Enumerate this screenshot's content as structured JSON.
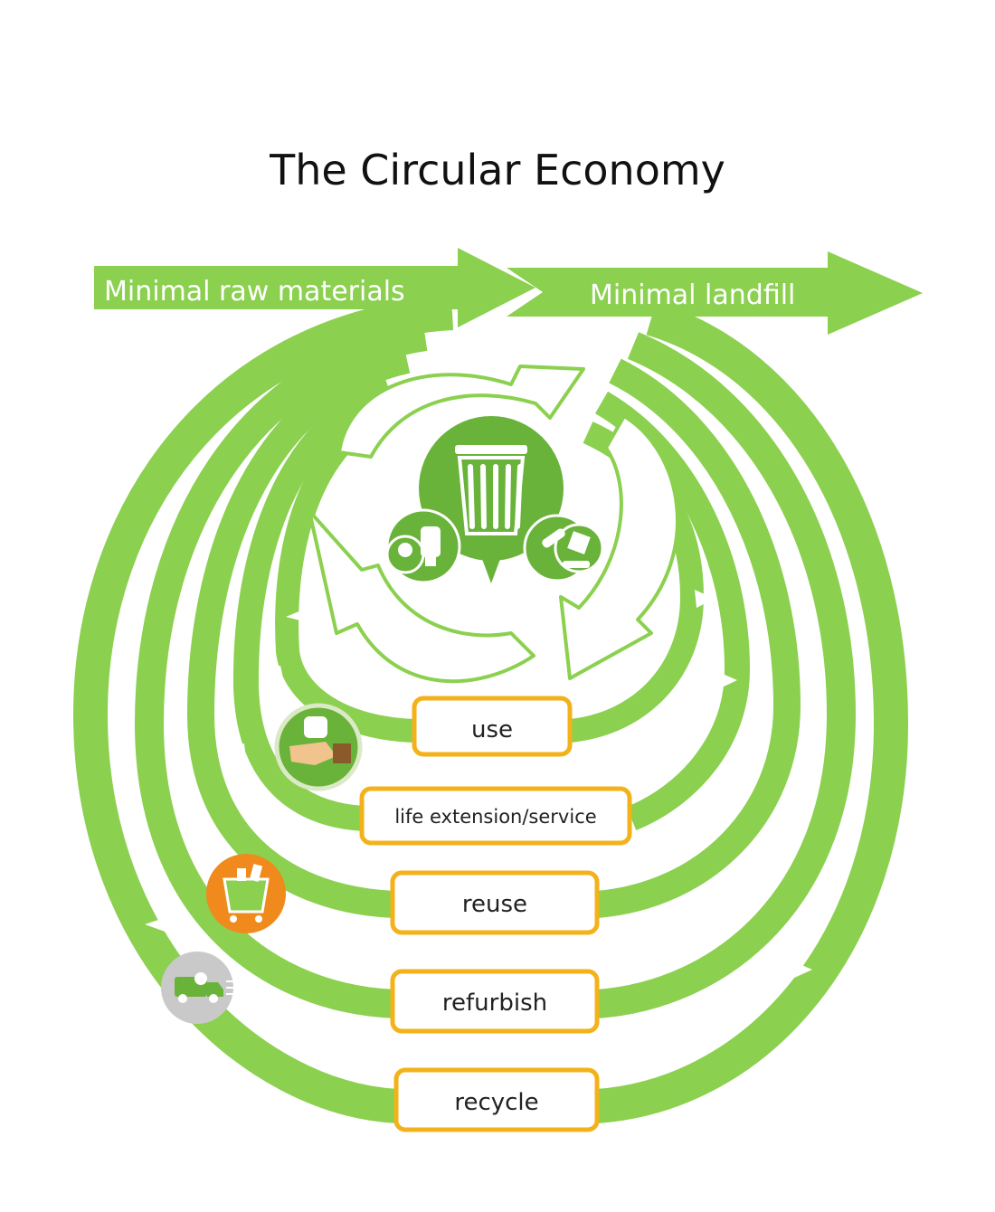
{
  "title": "The Circular  Economy",
  "arrows": {
    "left": "Minimal  raw materials",
    "right": "Minimal  landfill"
  },
  "stages": [
    "use",
    "life extension/service",
    "reuse",
    "refurbish",
    "recycle"
  ],
  "icons": {
    "center": "trash-bin-with-lamps-icon",
    "left_bubble": "light-bulbs-icon",
    "right_bubble": "lamps-icon",
    "use": "hand-holding-bulb-icon",
    "reuse": "shopping-cart-icon",
    "recycle": "delivery-truck-icon"
  },
  "colors": {
    "green": "#8bd04f",
    "dark_green": "#69b33a",
    "gold": "#f3b21a",
    "orange": "#f08a1c",
    "gray": "#c9c9c9"
  }
}
